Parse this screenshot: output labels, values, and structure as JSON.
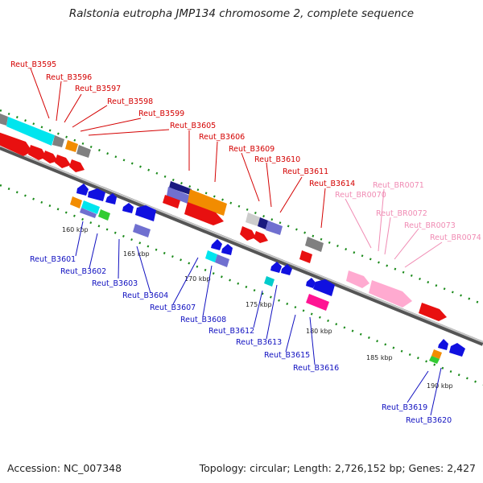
{
  "title": "Ralstonia eutropha JMP134 chromosome 2, complete sequence",
  "accession": "Accession: NC_007348",
  "topology": "Topology: circular; Length: 2,726,152 bp; Genes: 2,427",
  "colors": {
    "top_label": "#d40000",
    "top_pink_label": "#f08cb4",
    "bottom_label": "#1010c0"
  },
  "scale_ticks": [
    "160 kbp",
    "165 kbp",
    "170 kbp",
    "175 kbp",
    "180 kbp",
    "185 kbp",
    "190 kbp"
  ],
  "top_labels": [
    "Reut_B3595",
    "Reut_B3596",
    "Reut_B3597",
    "Reut_B3598",
    "Reut_B3599",
    "Reut_B3605",
    "Reut_B3606",
    "Reut_B3609",
    "Reut_B3610",
    "Reut_B3611",
    "Reut_B3614"
  ],
  "top_pink_labels": [
    "Reut_BR0070",
    "Reut_BR0071",
    "Reut_BR0072",
    "Reut_BR0073",
    "Reut_BR0074"
  ],
  "bottom_labels": [
    "Reut_B3601",
    "Reut_B3602",
    "Reut_B3603",
    "Reut_B3604",
    "Reut_B3607",
    "Reut_B3608",
    "Reut_B3612",
    "Reut_B3613",
    "Reut_B3615",
    "Reut_B3616",
    "Reut_B3619",
    "Reut_B3620"
  ]
}
